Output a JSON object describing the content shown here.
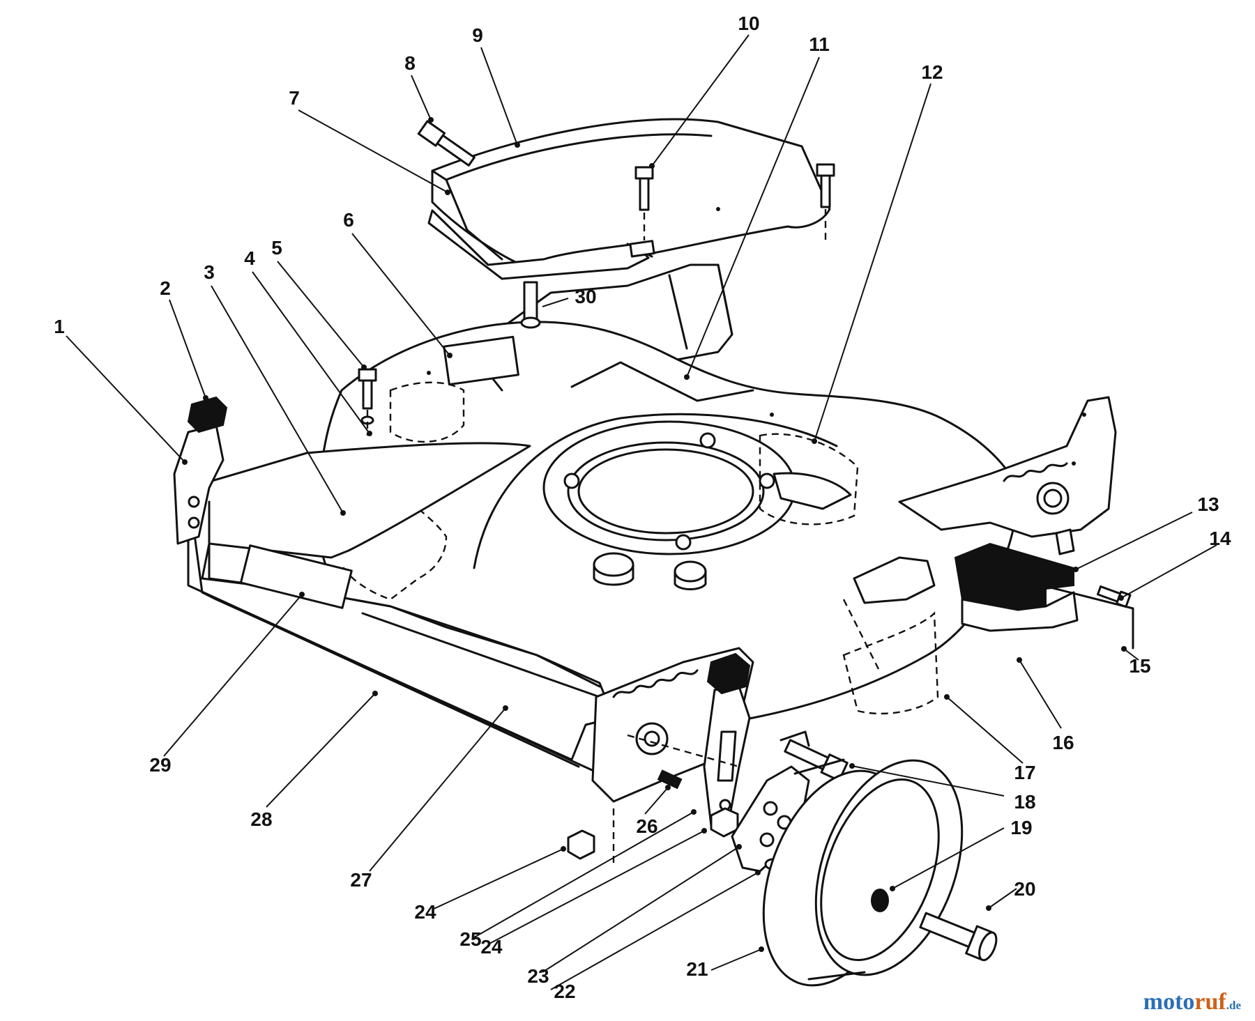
{
  "diagram": {
    "callouts": [
      {
        "id": "c1",
        "label": "1"
      },
      {
        "id": "c2",
        "label": "2"
      },
      {
        "id": "c3",
        "label": "3"
      },
      {
        "id": "c4",
        "label": "4"
      },
      {
        "id": "c5",
        "label": "5"
      },
      {
        "id": "c6",
        "label": "6"
      },
      {
        "id": "c7",
        "label": "7"
      },
      {
        "id": "c8",
        "label": "8"
      },
      {
        "id": "c9",
        "label": "9"
      },
      {
        "id": "c10",
        "label": "10"
      },
      {
        "id": "c11",
        "label": "11"
      },
      {
        "id": "c12",
        "label": "12"
      },
      {
        "id": "c13",
        "label": "13"
      },
      {
        "id": "c14",
        "label": "14"
      },
      {
        "id": "c15",
        "label": "15"
      },
      {
        "id": "c16",
        "label": "16"
      },
      {
        "id": "c17",
        "label": "17"
      },
      {
        "id": "c18",
        "label": "18"
      },
      {
        "id": "c19",
        "label": "19"
      },
      {
        "id": "c20",
        "label": "20"
      },
      {
        "id": "c21",
        "label": "21"
      },
      {
        "id": "c22",
        "label": "22"
      },
      {
        "id": "c23",
        "label": "23"
      },
      {
        "id": "c24a",
        "label": "24"
      },
      {
        "id": "c24b",
        "label": "24"
      },
      {
        "id": "c25",
        "label": "25"
      },
      {
        "id": "c26",
        "label": "26"
      },
      {
        "id": "c27",
        "label": "27"
      },
      {
        "id": "c28",
        "label": "28"
      },
      {
        "id": "c29",
        "label": "29"
      },
      {
        "id": "c30",
        "label": "30"
      }
    ]
  },
  "watermark": {
    "part_a": "moto",
    "part_b": "ruf",
    "part_c": ".de"
  }
}
